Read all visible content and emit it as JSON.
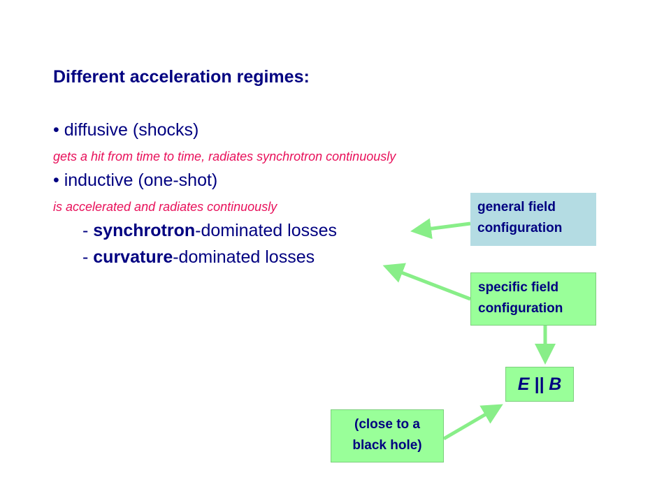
{
  "title": "Different acceleration regimes:",
  "items": {
    "diffusive": {
      "bullet": "• diffusive (shocks)",
      "note": "gets a hit from time to time, radiates synchrotron continuously"
    },
    "inductive": {
      "bullet": "• inductive (one-shot)",
      "note": "is accelerated and radiates continuously"
    }
  },
  "losses": {
    "synchrotron": {
      "dash": "- ",
      "keyword": "synchrotron",
      "rest": "-dominated  losses"
    },
    "curvature": {
      "dash": "- ",
      "keyword": "curvature",
      "rest": "-dominated  losses"
    }
  },
  "boxes": {
    "general": {
      "line1": "general field",
      "line2": "configuration"
    },
    "specific": {
      "line1": "specific field",
      "line2": "configuration"
    },
    "eb": "E || B",
    "black_hole": {
      "line1": "(close to a",
      "line2": "black hole)"
    }
  },
  "colors": {
    "text": "#000080",
    "note": "#e8105a",
    "arrow": "#88ee88",
    "box_blue": "#b4dce3",
    "box_green": "#99ff99"
  }
}
